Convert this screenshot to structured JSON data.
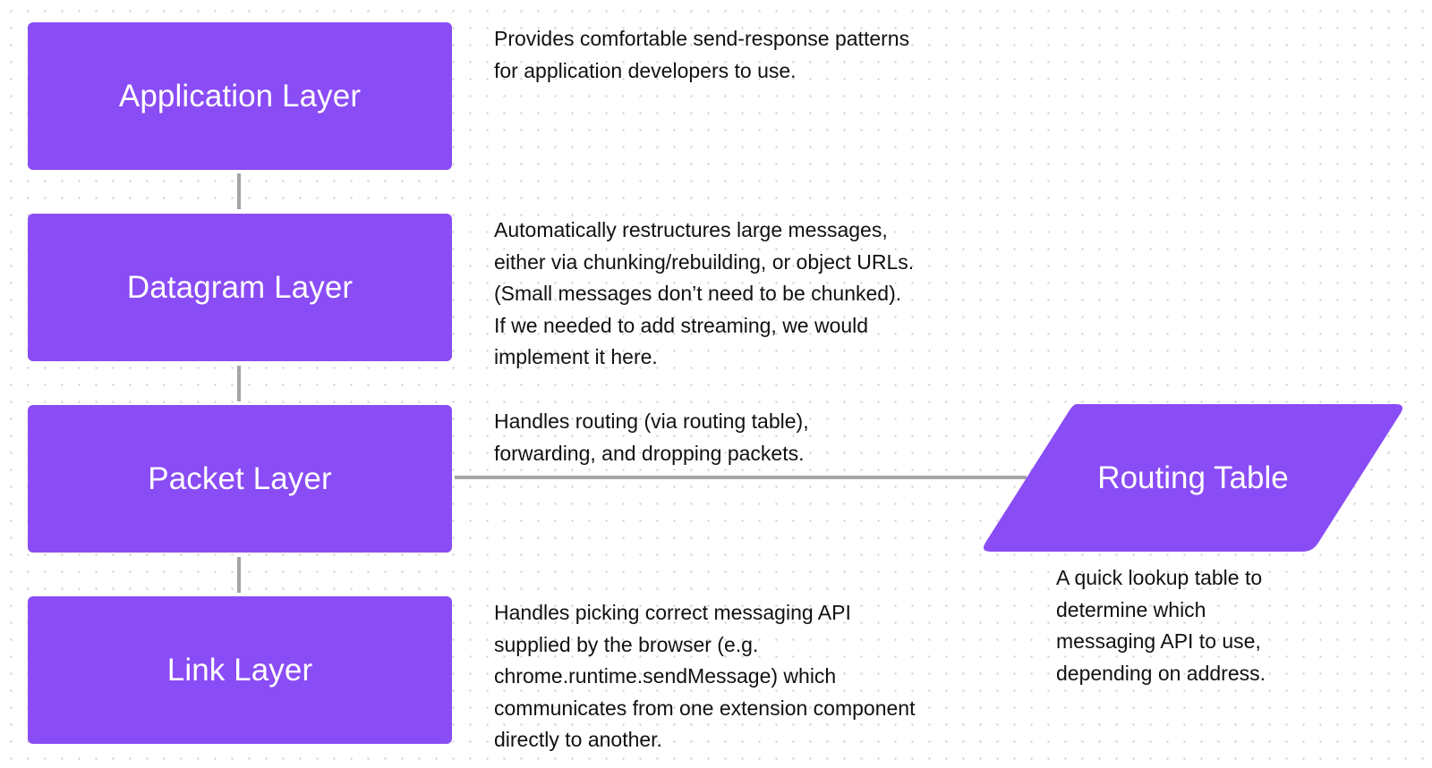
{
  "theme": {
    "accent": "#8a4cf5",
    "connector": "#a5a5a5",
    "text": "#111111"
  },
  "layers": [
    {
      "label": "Application Layer",
      "description": "Provides comfortable send-response patterns\nfor application developers to use."
    },
    {
      "label": "Datagram Layer",
      "description": "Automatically restructures large messages,\neither via chunking/rebuilding, or object URLs.\n(Small messages don’t need to be chunked).\nIf we needed to add streaming, we would\nimplement it here."
    },
    {
      "label": "Packet Layer",
      "description": "Handles routing (via routing table),\nforwarding, and dropping packets."
    },
    {
      "label": "Link Layer",
      "description": "Handles picking correct messaging API\nsupplied by the browser (e.g.\nchrome.runtime.sendMessage) which\ncommunicates from one extension component\ndirectly to another."
    }
  ],
  "routing_table": {
    "label": "Routing Table",
    "description": "A quick lookup table to\ndetermine which\nmessaging API to use,\ndepending on address."
  }
}
